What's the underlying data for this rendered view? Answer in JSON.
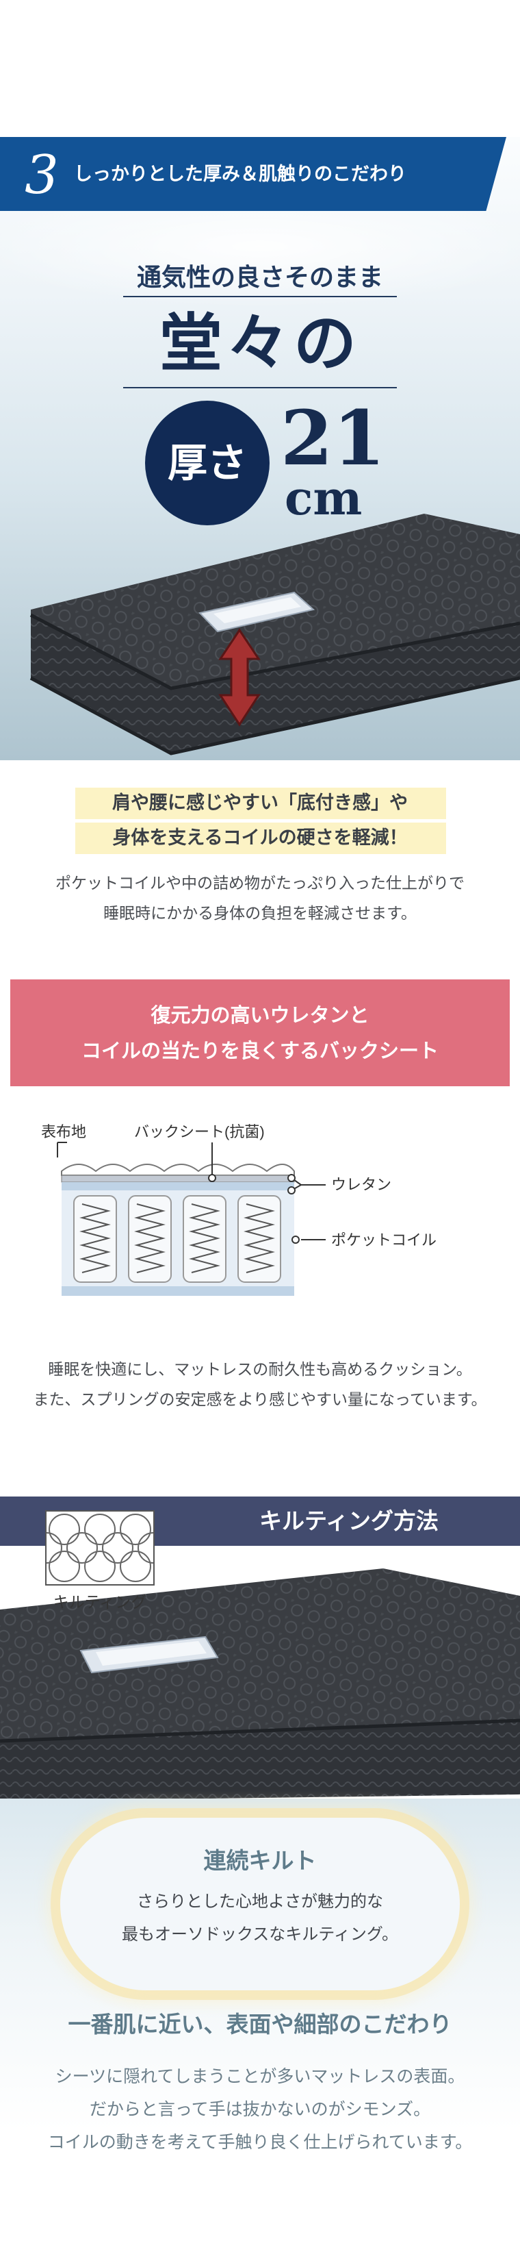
{
  "feature": {
    "number": "3",
    "title": "しっかりとした厚み＆肌触りのこだわり"
  },
  "hero": {
    "sub_heading": "通気性の良さそのまま",
    "main_heading": "堂々の",
    "thickness_label": "厚さ",
    "thickness_value": "21",
    "thickness_unit": "cm"
  },
  "comfort": {
    "highlight_line1": "肩や腰に感じやすい「底付き感」や",
    "highlight_line2": "身体を支えるコイルの硬さを軽減！",
    "body_line1": "ポケットコイルや中の詰め物がたっぷり入った仕上がりで",
    "body_line2": "睡眠時にかかる身体の負担を軽減させます。"
  },
  "backsheet": {
    "banner_line1": "復元力の高いウレタンと",
    "banner_line2": "コイルの当たりを良くするバックシート",
    "diagram_labels": {
      "surface": "表布地",
      "backsheet": "バックシート(抗菌)",
      "urethane": "ウレタン",
      "pocket_coil": "ポケットコイル"
    },
    "body_line1": "睡眠を快適にし、マットレスの耐久性も高めるクッション。",
    "body_line2": "また、スプリングの安定感をより感じやすい量になっています。"
  },
  "quilting": {
    "section_title": "キルティング方法",
    "sample_label": "キルティング",
    "type_title": "連続キルト",
    "type_line1": "さらりとした心地よさが魅力的な",
    "type_line2": "最もオーソドックスなキルティング。"
  },
  "surface": {
    "heading": "一番肌に近い、表面や細部のこだわり",
    "body_line1": "シーツに隠れてしまうことが多いマットレスの表面。",
    "body_line2": "だからと言って手は抜かないのがシモンズ。",
    "body_line3": "コイルの動きを考えて手触り良く仕上げられています。"
  },
  "colors": {
    "banner_blue": "#125396",
    "navy": "#172c4f",
    "pink": "#e06f7e",
    "quilt_bar": "#424b6e",
    "highlight": "#fcf3c5",
    "accent_red": "#a63131"
  }
}
